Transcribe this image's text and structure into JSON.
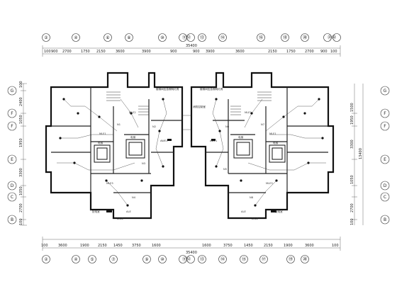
{
  "drawing": {
    "top_axes": [
      "②",
      "④",
      "⑥",
      "⑧",
      "⑩",
      "⑪⑫",
      "⑬",
      "⑭",
      "⑯",
      "⑱",
      "⑳",
      "㉑㉒"
    ],
    "bottom_axes": [
      "②",
      "④",
      "⑤",
      "⑦",
      "⑨",
      "⑩",
      "⑪⑫",
      "⑬",
      "⑭",
      "⑮",
      "⑰",
      "⑲",
      "⑳"
    ],
    "left_axes": [
      "G",
      "F",
      "F",
      "E",
      "D",
      "C",
      "B"
    ],
    "right_axes": [
      "G",
      "F",
      "F",
      "E",
      "D",
      "C",
      "B"
    ],
    "top_dims": [
      "100",
      "900",
      "2700",
      "1750",
      "2150",
      "3600",
      "3900",
      "900",
      "900",
      "3900",
      "3600",
      "2150",
      "1750",
      "2700",
      "900",
      "100"
    ],
    "top_total": "35400",
    "bottom_dims": [
      "100",
      "3600",
      "1900",
      "2150",
      "1450",
      "3750",
      "1600",
      "1600",
      "3750",
      "1450",
      "2150",
      "1900",
      "3600",
      "100"
    ],
    "bottom_total": "35400",
    "left_dims": [
      "100",
      "2400",
      "1050",
      "1950",
      "3300",
      "1050",
      "2700",
      "100"
    ],
    "right_dims": [
      "1500",
      "1950",
      "3300",
      "1050",
      "2700",
      "100"
    ],
    "right_total": "13400",
    "notes": [
      "楼梯间应急照明灯具",
      "楼梯间应急照明灯具",
      "消防控制室"
    ],
    "labels": {
      "lift": [
        "电梯",
        "电梯",
        "电梯",
        "电梯"
      ],
      "unit": [
        "N1",
        "N2",
        "N3",
        "N4",
        "N5",
        "N6",
        "N7",
        "N8"
      ],
      "panel": [
        "ALE",
        "ALE",
        "AWE1",
        "AWE1",
        "MLE1",
        "MLE2",
        "MLE3",
        "MLE1",
        "MLE2",
        "MLE3",
        "2ALE",
        "2ALE"
      ],
      "room": [
        "配电室",
        "配电室"
      ]
    }
  }
}
